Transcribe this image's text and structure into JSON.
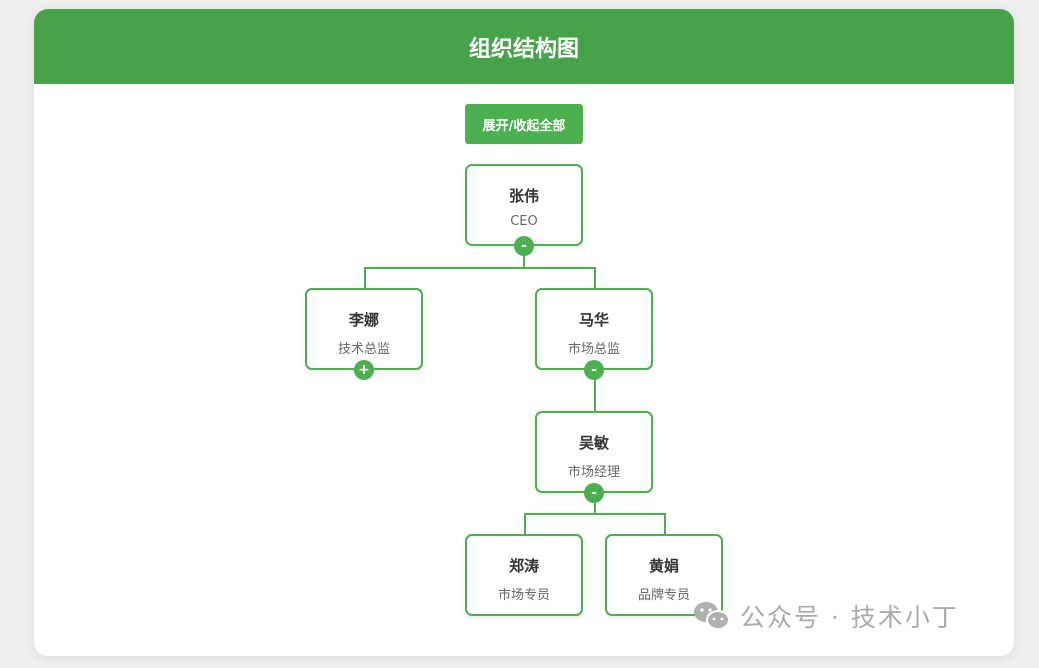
{
  "header": {
    "title": "组织结构图"
  },
  "toggle_all_label": "展开/收起全部",
  "nodes": [
    {
      "name": "张伟",
      "title": "CEO",
      "toggle": "-"
    },
    {
      "name": "李娜",
      "title": "技术总监",
      "toggle": "+"
    },
    {
      "name": "马华",
      "title": "市场总监",
      "toggle": "-"
    },
    {
      "name": "吴敏",
      "title": "市场经理",
      "toggle": "-"
    },
    {
      "name": "郑涛",
      "title": "市场专员"
    },
    {
      "name": "黄娟",
      "title": "品牌专员"
    }
  ],
  "watermark": "公众号 · 技术小丁",
  "colors": {
    "accent": "#4caf50",
    "header": "#46a34a"
  }
}
